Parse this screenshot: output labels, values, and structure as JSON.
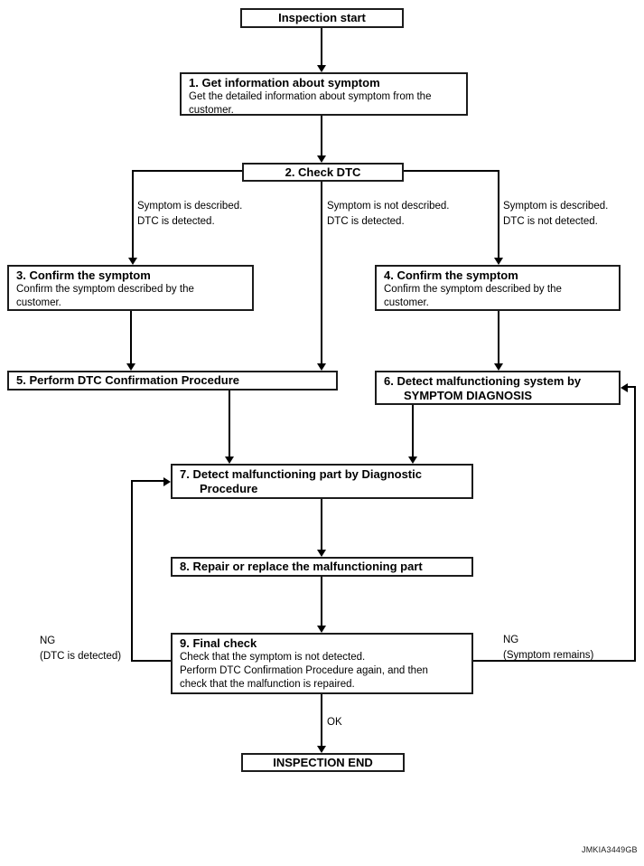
{
  "diagram": {
    "terminals": {
      "start": "Inspection start",
      "end": "INSPECTION END"
    },
    "steps": {
      "s1": {
        "title": "1. Get information about symptom",
        "body_lines": [
          "Get the detailed information about symptom from the",
          "customer."
        ]
      },
      "s2": {
        "title": "2. Check DTC"
      },
      "s3": {
        "title": "3. Confirm the symptom",
        "body_lines": [
          "Confirm the symptom described by the",
          "customer."
        ]
      },
      "s4": {
        "title": "4. Confirm the symptom",
        "body_lines": [
          "Confirm the symptom described by the",
          "customer."
        ]
      },
      "s5": {
        "title": "5. Perform DTC Confirmation Procedure"
      },
      "s6": {
        "title_lines": [
          "6. Detect malfunctioning system by",
          "SYMPTOM DIAGNOSIS"
        ]
      },
      "s7": {
        "title_lines": [
          "7. Detect malfunctioning part by Diagnostic",
          "Procedure"
        ]
      },
      "s8": {
        "title": "8. Repair or replace the malfunctioning part"
      },
      "s9": {
        "title": "9. Final check",
        "body_lines": [
          "Check that the symptom is not detected.",
          "Perform DTC Confirmation Procedure again, and then",
          "check that the malfunction is repaired."
        ]
      }
    },
    "branch_labels": {
      "left": [
        "Symptom is described.",
        "DTC is detected."
      ],
      "middle": [
        "Symptom is not described.",
        "DTC is detected."
      ],
      "right": [
        "Symptom is described.",
        "DTC is not detected."
      ]
    },
    "loop_labels": {
      "left": [
        "NG",
        "(DTC is detected)"
      ],
      "right": [
        "NG",
        "(Symptom remains)"
      ],
      "ok": "OK"
    },
    "figure_code": "JMKIA3449GB",
    "colors": {
      "line": "#000000",
      "box_border": "#1c1c1c",
      "background": "#ffffff",
      "text": "#000000"
    }
  }
}
